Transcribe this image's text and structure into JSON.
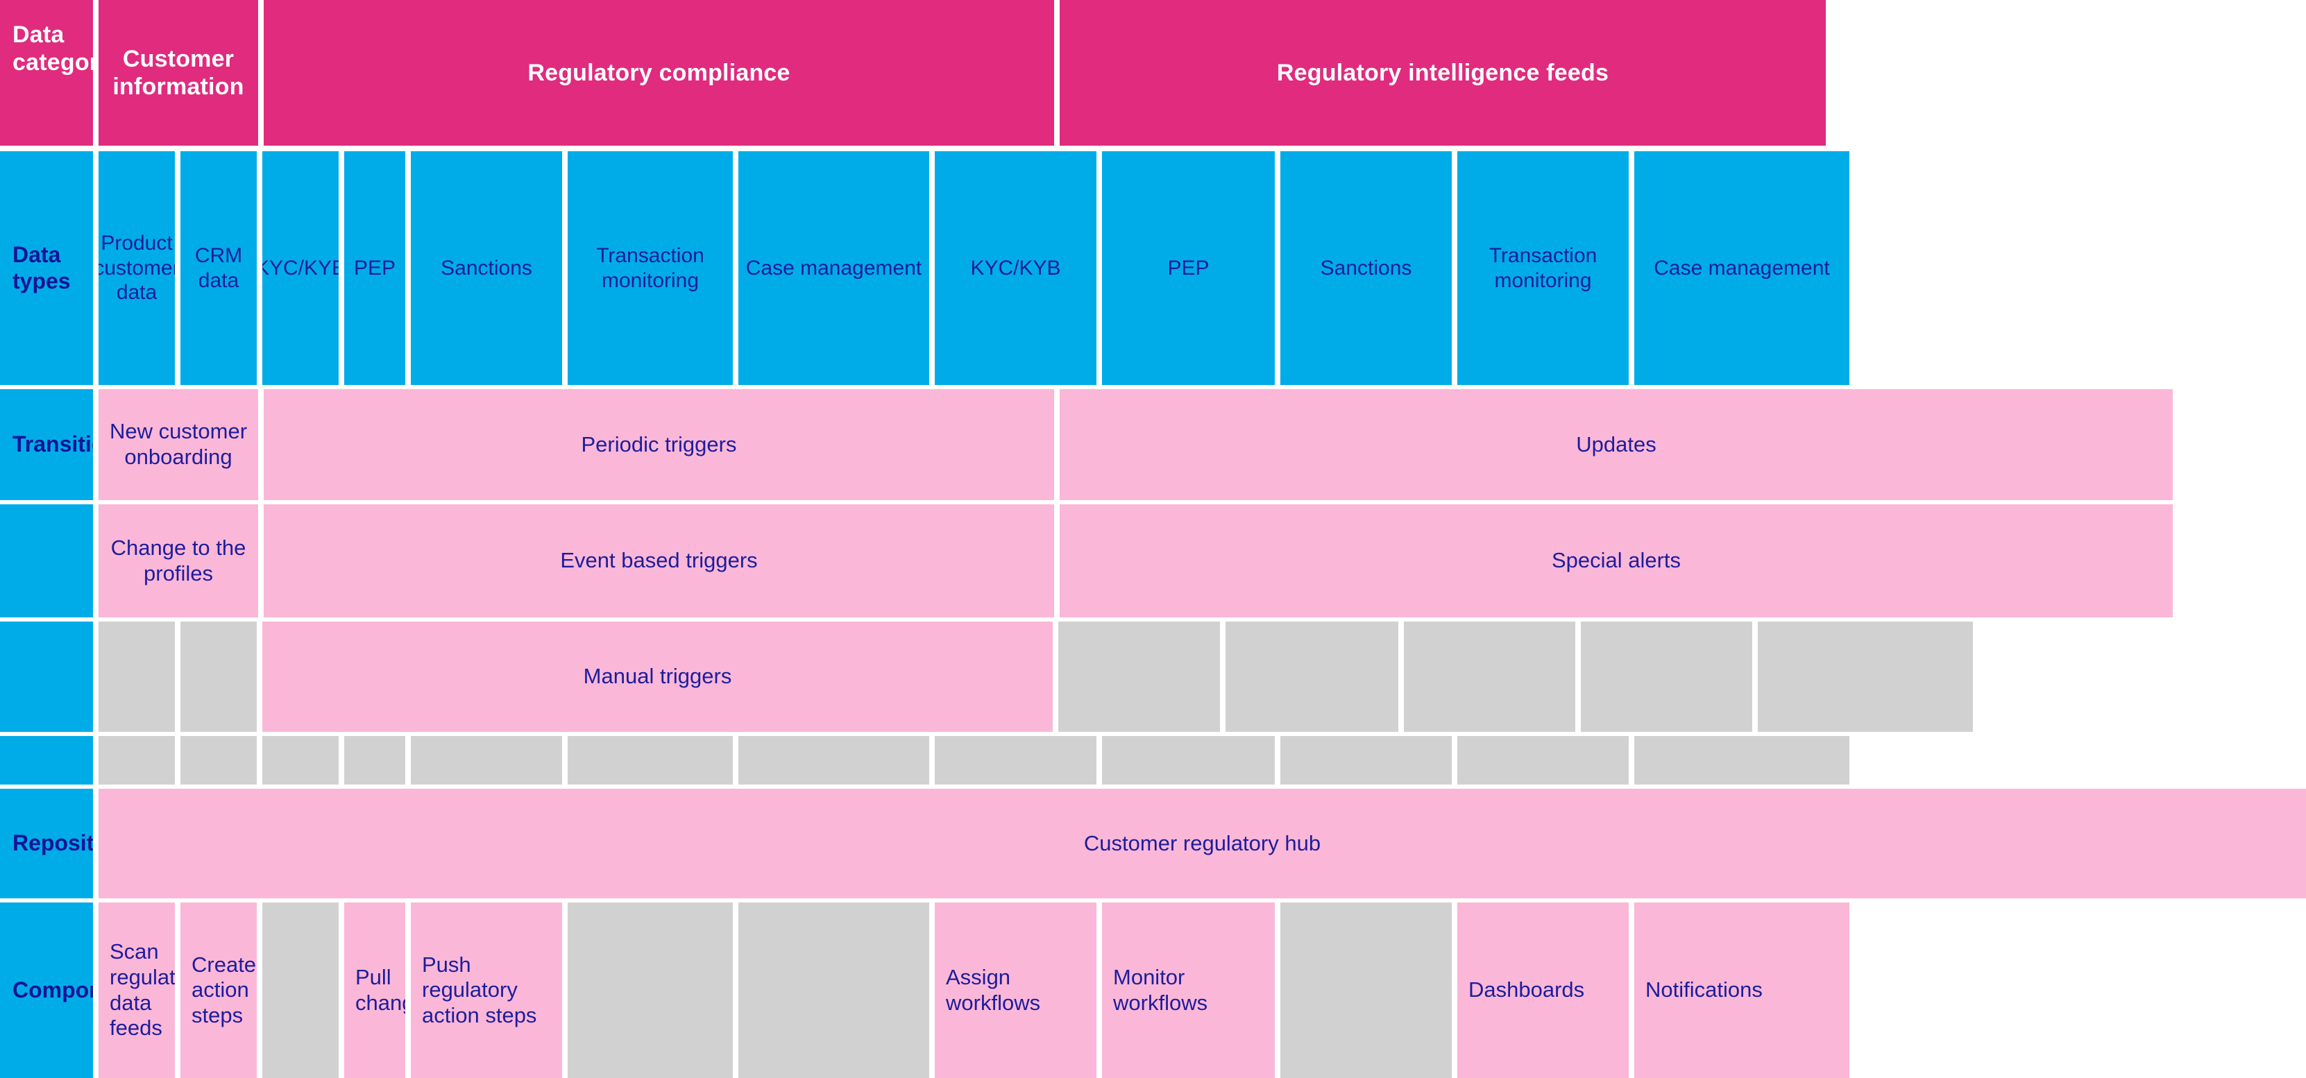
{
  "colors": {
    "magenta": "#e02b7e",
    "blue": "#00ace8",
    "pink": "#fbb7d7",
    "grey": "#d1d1d1",
    "text_navy": "#1c1d9c",
    "white": "#ffffff"
  },
  "row_labels": {
    "data_categories": "Data categories",
    "data_types": "Data types",
    "transitions": "Transitions",
    "repository": "Repository",
    "components": "Components"
  },
  "categories": [
    {
      "label": "Customer information",
      "span": 2
    },
    {
      "label": "Regulatory compliance",
      "span": 5
    },
    {
      "label": "Regulatory intelligence feeds",
      "span": 4
    }
  ],
  "data_types": [
    "Product customer data",
    "CRM data",
    "KYC/KYB",
    "PEP",
    "Sanctions",
    "Transaction monitoring",
    "Case management",
    "KYC/KYB",
    "PEP",
    "Sanctions",
    "Transaction monitoring",
    "Case management"
  ],
  "transitions_row1": [
    {
      "label": "New customer onboarding",
      "span": 2,
      "fill": "pink"
    },
    {
      "label": "Periodic triggers",
      "span": 5,
      "fill": "pink"
    },
    {
      "label": "Updates",
      "span": 5,
      "fill": "pink"
    }
  ],
  "transitions_row2": [
    {
      "label": "Change to the profiles",
      "span": 2,
      "fill": "pink"
    },
    {
      "label": "Event based triggers",
      "span": 5,
      "fill": "pink"
    },
    {
      "label": "Special alerts",
      "span": 5,
      "fill": "pink"
    }
  ],
  "transitions_row3": [
    {
      "label": "",
      "span": 1,
      "fill": "grey"
    },
    {
      "label": "",
      "span": 1,
      "fill": "grey"
    },
    {
      "label": "Manual triggers",
      "span": 5,
      "fill": "pink"
    },
    {
      "label": "",
      "span": 1,
      "fill": "grey"
    },
    {
      "label": "",
      "span": 1,
      "fill": "grey"
    },
    {
      "label": "",
      "span": 1,
      "fill": "grey"
    },
    {
      "label": "",
      "span": 1,
      "fill": "grey"
    },
    {
      "label": "",
      "span": 1,
      "fill": "grey"
    }
  ],
  "spacer_row": [
    {
      "label": "",
      "span": 1,
      "fill": "grey"
    },
    {
      "label": "",
      "span": 1,
      "fill": "grey"
    },
    {
      "label": "",
      "span": 1,
      "fill": "grey"
    },
    {
      "label": "",
      "span": 1,
      "fill": "grey"
    },
    {
      "label": "",
      "span": 1,
      "fill": "grey"
    },
    {
      "label": "",
      "span": 1,
      "fill": "grey"
    },
    {
      "label": "",
      "span": 1,
      "fill": "grey"
    },
    {
      "label": "",
      "span": 1,
      "fill": "grey"
    },
    {
      "label": "",
      "span": 1,
      "fill": "grey"
    },
    {
      "label": "",
      "span": 1,
      "fill": "grey"
    },
    {
      "label": "",
      "span": 1,
      "fill": "grey"
    },
    {
      "label": "",
      "span": 1,
      "fill": "grey"
    }
  ],
  "repository_row": [
    {
      "label": "Customer regulatory hub",
      "span": 12,
      "fill": "pink"
    }
  ],
  "components_row": [
    {
      "label": "Scan regulatory data feeds",
      "span": 1,
      "fill": "pink",
      "align": "left"
    },
    {
      "label": "Create action steps",
      "span": 1,
      "fill": "pink",
      "align": "left"
    },
    {
      "label": "",
      "span": 1,
      "fill": "grey",
      "align": "center"
    },
    {
      "label": "Pull changes",
      "span": 1,
      "fill": "pink",
      "align": "left"
    },
    {
      "label": "Push regulatory action steps",
      "span": 1,
      "fill": "pink",
      "align": "left"
    },
    {
      "label": "",
      "span": 1,
      "fill": "grey",
      "align": "center"
    },
    {
      "label": "",
      "span": 1,
      "fill": "grey",
      "align": "center"
    },
    {
      "label": "Assign workflows",
      "span": 1,
      "fill": "pink",
      "align": "left"
    },
    {
      "label": "Monitor workflows",
      "span": 1,
      "fill": "pink",
      "align": "left"
    },
    {
      "label": "",
      "span": 1,
      "fill": "grey",
      "align": "center"
    },
    {
      "label": "Dashboards",
      "span": 1,
      "fill": "pink",
      "align": "left"
    },
    {
      "label": "Notifications",
      "span": 1,
      "fill": "pink",
      "align": "left"
    }
  ]
}
